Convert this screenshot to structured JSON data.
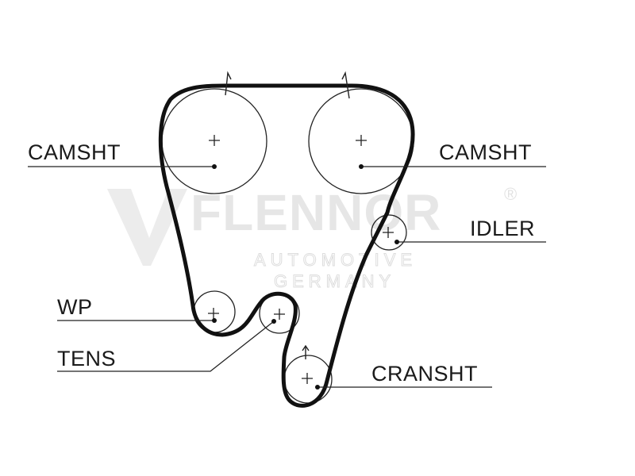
{
  "watermark": {
    "brand": "FLENNOR",
    "registered": "®",
    "line1": "AUTOMOTIVE",
    "line2": "GERMANY"
  },
  "labels": {
    "camsht_left": "CAMSHT",
    "camsht_right": "CAMSHT",
    "idler": "IDLER",
    "wp": "WP",
    "tens": "TENS",
    "cransht": "CRANSHT"
  },
  "colors": {
    "ink": "#111111",
    "watermark": "#e6e6e6",
    "background": "#ffffff"
  }
}
